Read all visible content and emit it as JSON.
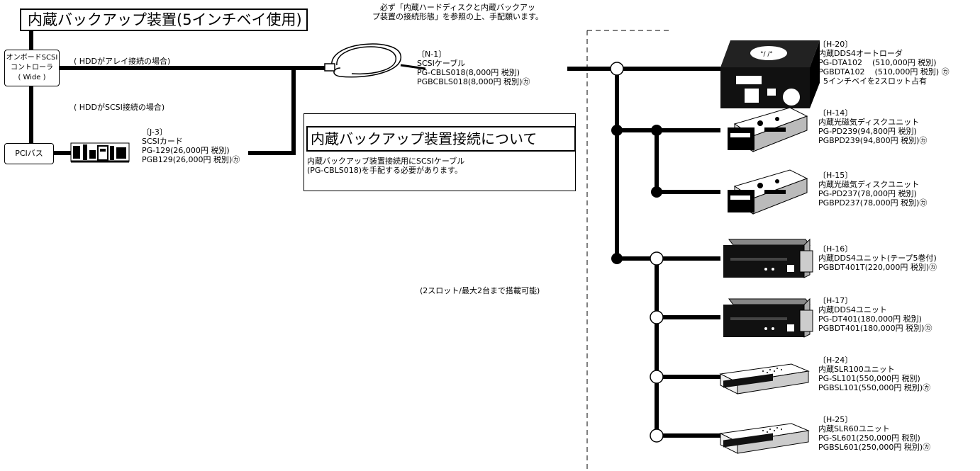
{
  "title": "内蔵バックアップ装置(5インチベイ使用)",
  "top_note": [
    "必ず「内蔵ハードディスクと内蔵バックアッ",
    "プ装置の接続形態」を参照の上、手配願います。"
  ],
  "controller": [
    "オンボードSCSI",
    "コントローラ",
    "( Wide )"
  ],
  "pci_bus": "PCIバス",
  "route_array": "( HDDがアレイ接続の場合)",
  "route_scsi": "( HDDがSCSI接続の場合)",
  "scsi_card": [
    "〔J-3〕",
    "SCSIカード",
    "PG-129(26,000円 税別)",
    "PGB129(26,000円 税別)㋕"
  ],
  "cable": [
    "〔N-1〕",
    "SCSIケーブル",
    "PG-CBLS018(8,000円 税別)",
    "PGBCBLS018(8,000円 税別)㋕"
  ],
  "note_box": {
    "title": "内蔵バックアップ装置接続について",
    "body": [
      "内蔵バックアップ装置接続用にSCSIケーブル",
      "(PG-CBLS018)を手配する必要があります。"
    ]
  },
  "slot_note": "(2スロット/最大2台まで搭載可能)",
  "devices": [
    {
      "id": "h20",
      "icon": "autoloader-icon",
      "lines": [
        "〔H-20〕",
        "内蔵DDS4オートローダ",
        "PG-DTA102    (510,000円 税別)",
        "PGBDTA102    (510,000円 税別) ㋕",
        "  5インチベイを2スロット占有"
      ]
    },
    {
      "id": "h14",
      "icon": "mo-drive-icon",
      "lines": [
        "〔H-14〕",
        "内蔵光磁気ディスクユニット",
        "PG-PD239(94,800円 税別)",
        "PGBPD239(94,800円 税別)㋕"
      ]
    },
    {
      "id": "h15",
      "icon": "mo-drive-icon",
      "lines": [
        "〔H-15〕",
        "内蔵光磁気ディスクユニット",
        "PG-PD237(78,000円 税別)",
        "PGBPD237(78,000円 税別)㋕"
      ]
    },
    {
      "id": "h16",
      "icon": "tape-drive-icon",
      "lines": [
        "〔H-16〕",
        "内蔵DDS4ユニット(テープ5巻付)",
        "PGBDT401T(220,000円 税別)㋕"
      ]
    },
    {
      "id": "h17",
      "icon": "tape-drive-icon",
      "lines": [
        "〔H-17〕",
        "内蔵DDS4ユニット",
        "PG-DT401(180,000円 税別)",
        "PGBDT401(180,000円 税別)㋕"
      ]
    },
    {
      "id": "h24",
      "icon": "slr-drive-icon",
      "lines": [
        "〔H-24〕",
        "内蔵SLR100ユニット",
        "PG-SL101(550,000円 税別)",
        "PGBSL101(550,000円 税別)㋕"
      ]
    },
    {
      "id": "h25",
      "icon": "slr-drive-icon",
      "lines": [
        "〔H-25〕",
        "内蔵SLR60ユニット",
        "PG-SL601(250,000円 税別)",
        "PGBSL601(250,000円 税別)㋕"
      ]
    }
  ]
}
